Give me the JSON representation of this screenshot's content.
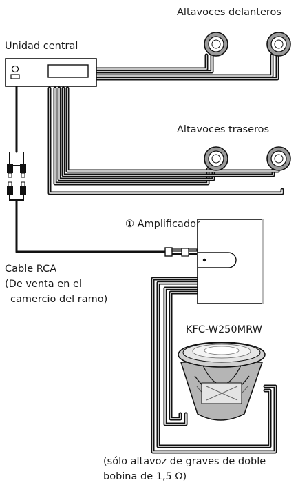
{
  "labels": {
    "front_speakers": "Altavoces delanteros",
    "head_unit": "Unidad central",
    "rear_speakers": "Altavoces traseros",
    "amplifier_number": "①",
    "amplifier": "Amplificador",
    "rca_cable_line1": "Cable RCA",
    "rca_cable_line2": "(De venta en el",
    "rca_cable_line3": "camercio del ramo)",
    "subwoofer_model": "KFC-W250MRW",
    "note_line1": "(sólo altavoz de graves de doble",
    "note_line2": "bobina de 1,5 Ω)"
  }
}
